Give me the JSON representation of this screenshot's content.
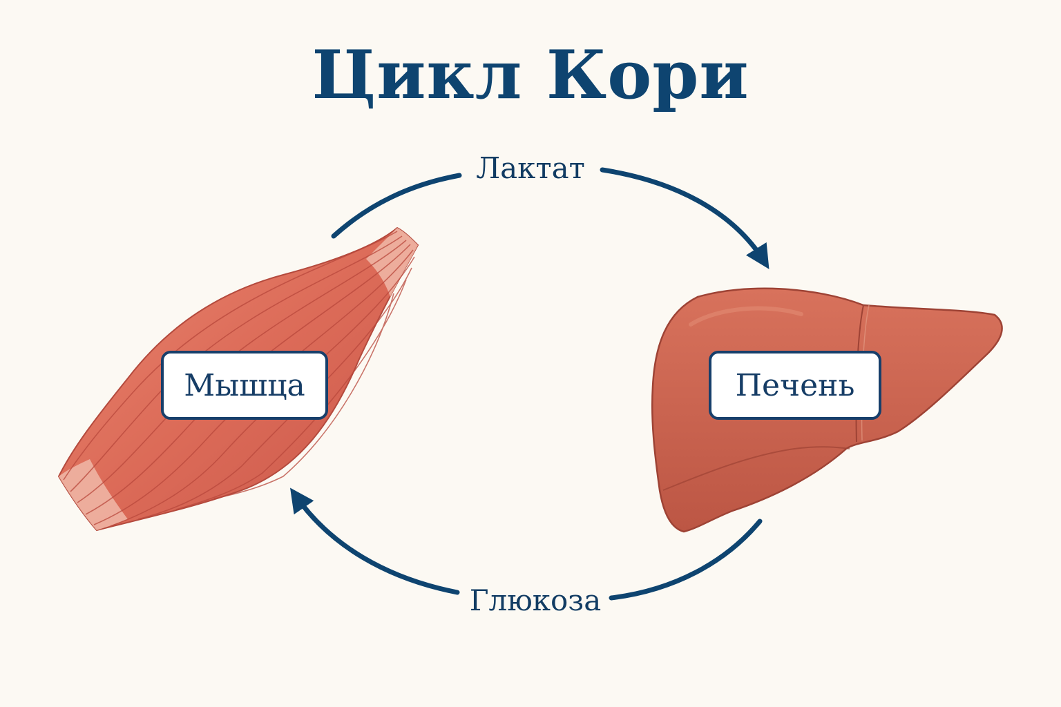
{
  "title": "Цикл Кори",
  "organs": {
    "muscle": "Мышца",
    "liver": "Печень"
  },
  "flows": {
    "top": "Лактат",
    "bottom": "Глюкоза"
  },
  "colors": {
    "navy": "#0e4470",
    "muscle": "#d96a58",
    "liver": "#c55f4c",
    "background": "#fcf9f3"
  }
}
